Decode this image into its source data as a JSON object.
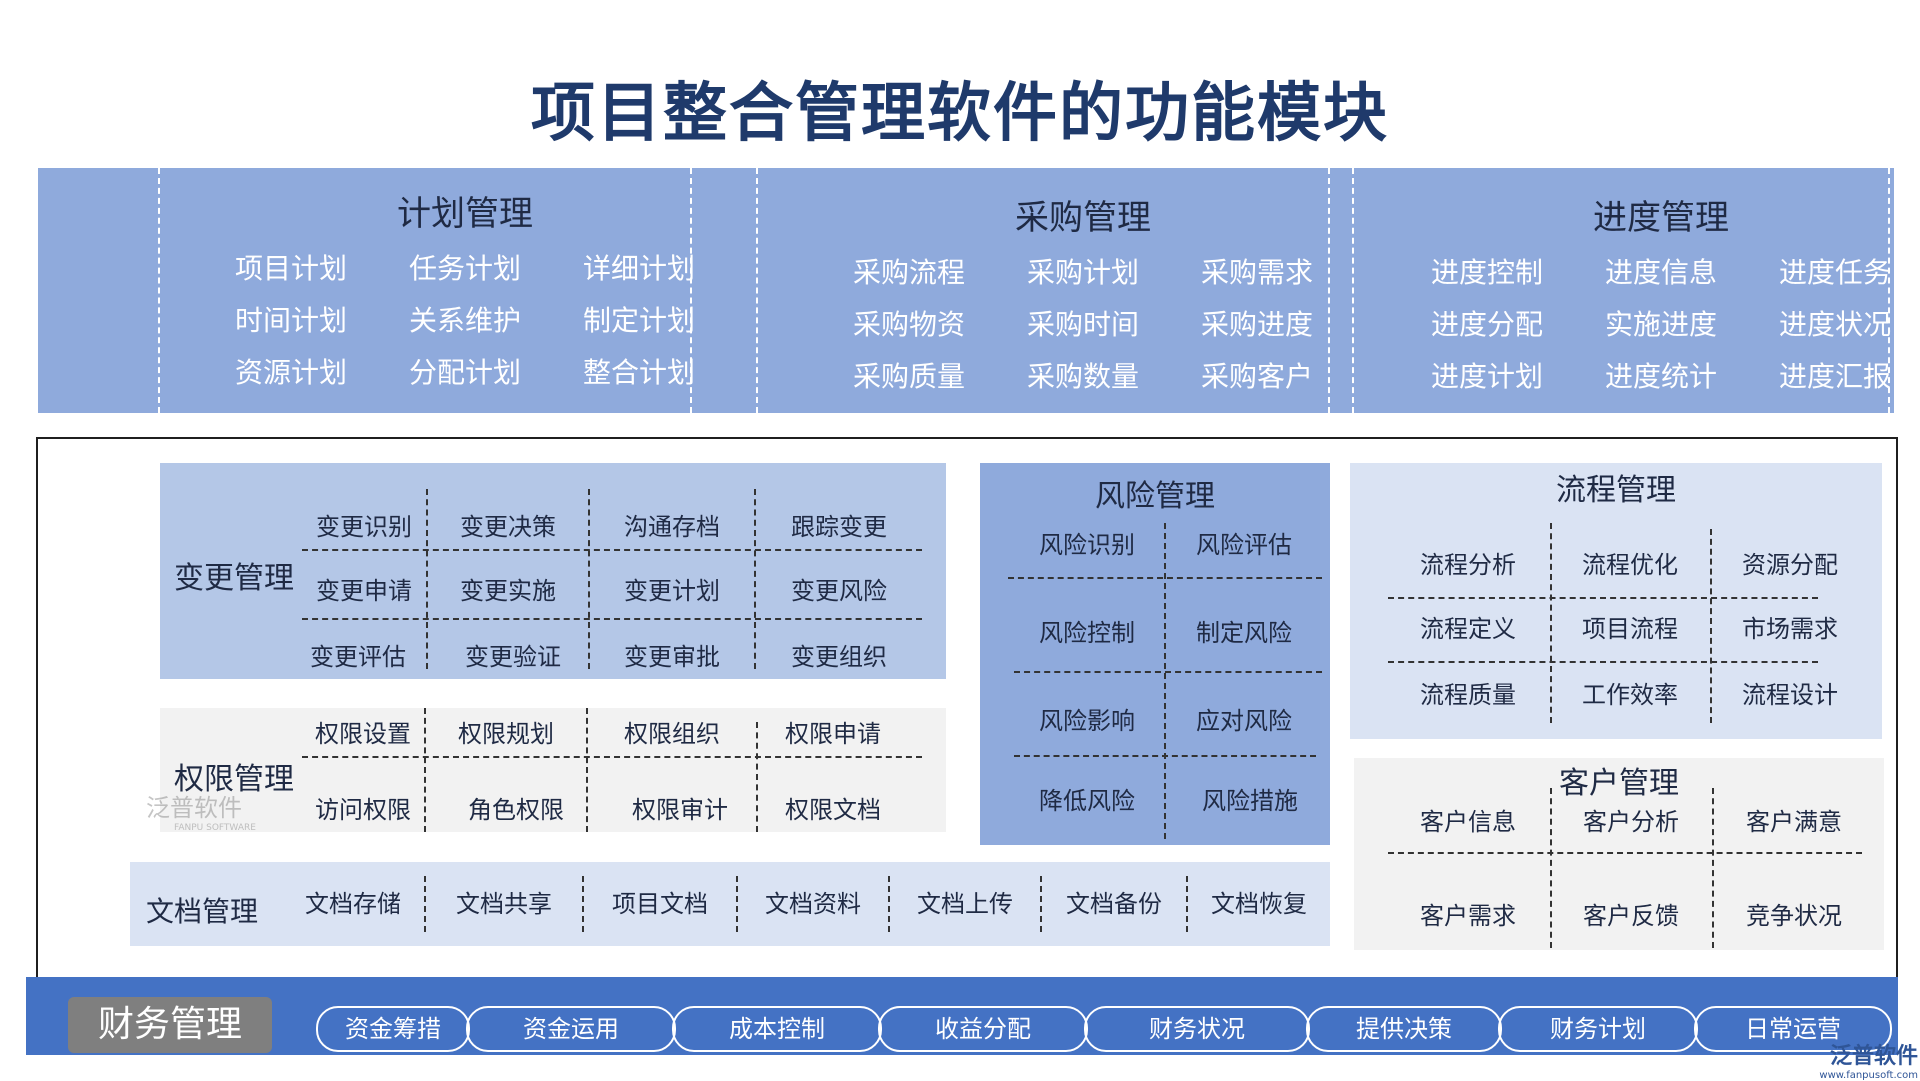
{
  "title": "项目整合管理软件的功能模块",
  "plan": {
    "title": "计划管理",
    "items": [
      "项目计划",
      "任务计划",
      "详细计划",
      "时间计划",
      "关系维护",
      "制定计划",
      "资源计划",
      "分配计划",
      "整合计划"
    ]
  },
  "purchase": {
    "title": "采购管理",
    "items": [
      "采购流程",
      "采购计划",
      "采购需求",
      "采购物资",
      "采购时间",
      "采购进度",
      "采购质量",
      "采购数量",
      "采购客户"
    ]
  },
  "progress": {
    "title": "进度管理",
    "items": [
      "进度控制",
      "进度信息",
      "进度任务",
      "进度分配",
      "实施进度",
      "进度状况",
      "进度计划",
      "进度统计",
      "进度汇报"
    ]
  },
  "change": {
    "title": "变更管理",
    "items": [
      "变更识别",
      "变更决策",
      "沟通存档",
      "跟踪变更",
      "变更申请",
      "变更实施",
      "变更计划",
      "变更风险",
      "变更评估",
      "变更验证",
      "变更审批",
      "变更组织"
    ]
  },
  "permission": {
    "title": "权限管理",
    "items": [
      "权限设置",
      "权限规划",
      "权限组织",
      "权限申请",
      "访问权限",
      "角色权限",
      "权限审计",
      "权限文档"
    ]
  },
  "document": {
    "title": "文档管理",
    "items": [
      "文档存储",
      "文档共享",
      "项目文档",
      "文档资料",
      "文档上传",
      "文档备份",
      "文档恢复"
    ]
  },
  "risk": {
    "title": "风险管理",
    "items": [
      "风险识别",
      "风险评估",
      "风险控制",
      "制定风险",
      "风险影响",
      "应对风险",
      "降低风险",
      "风险措施"
    ]
  },
  "flow": {
    "title": "流程管理",
    "items": [
      "流程分析",
      "流程优化",
      "资源分配",
      "流程定义",
      "项目流程",
      "市场需求",
      "流程质量",
      "工作效率",
      "流程设计"
    ]
  },
  "customer": {
    "title": "客户管理",
    "items": [
      "客户信息",
      "客户分析",
      "客户满意",
      "客户需求",
      "客户反馈",
      "竞争状况"
    ]
  },
  "finance": {
    "title": "财务管理",
    "items": [
      "资金筹措",
      "资金运用",
      "成本控制",
      "收益分配",
      "财务状况",
      "提供决策",
      "财务计划",
      "日常运营"
    ]
  },
  "watermark": {
    "name": "泛普软件",
    "sub": "FANPU SOFTWARE",
    "url": "www.fanpusoft.com"
  },
  "colors": {
    "top_band": "#8faadc",
    "light_block": "#b4c7e7",
    "pale_block": "#dae3f3",
    "grey_block": "#f2f2f2",
    "finance_bar": "#4472c4",
    "title": "#1f3a6b"
  }
}
